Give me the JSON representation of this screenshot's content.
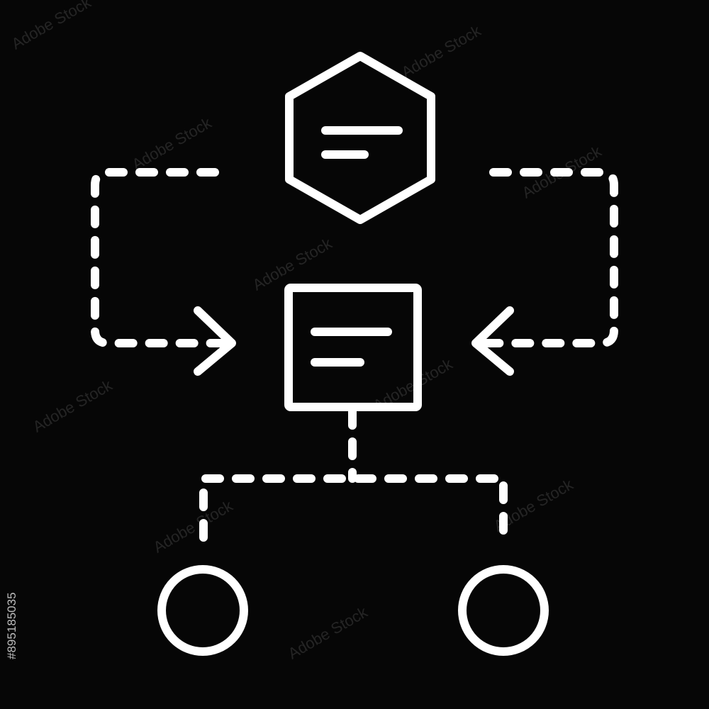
{
  "canvas": {
    "background": "#060606",
    "stroke_color": "#ffffff"
  },
  "icon": "process-flow-icon",
  "nodes": [
    {
      "name": "hexagon-node",
      "shape": "hexagon",
      "content": "text-lines-icon"
    },
    {
      "name": "square-node",
      "shape": "square",
      "content": "text-lines-icon"
    },
    {
      "name": "circle-node-left",
      "shape": "circle"
    },
    {
      "name": "circle-node-right",
      "shape": "circle"
    }
  ],
  "connectors": [
    {
      "name": "left-loop-connector",
      "style": "dashed",
      "arrow": "right"
    },
    {
      "name": "right-loop-connector",
      "style": "dashed",
      "arrow": "left"
    },
    {
      "name": "branch-connector",
      "style": "dashed"
    }
  ],
  "watermark": {
    "text": "Adobe Stock"
  },
  "stock_id": "#895185035"
}
